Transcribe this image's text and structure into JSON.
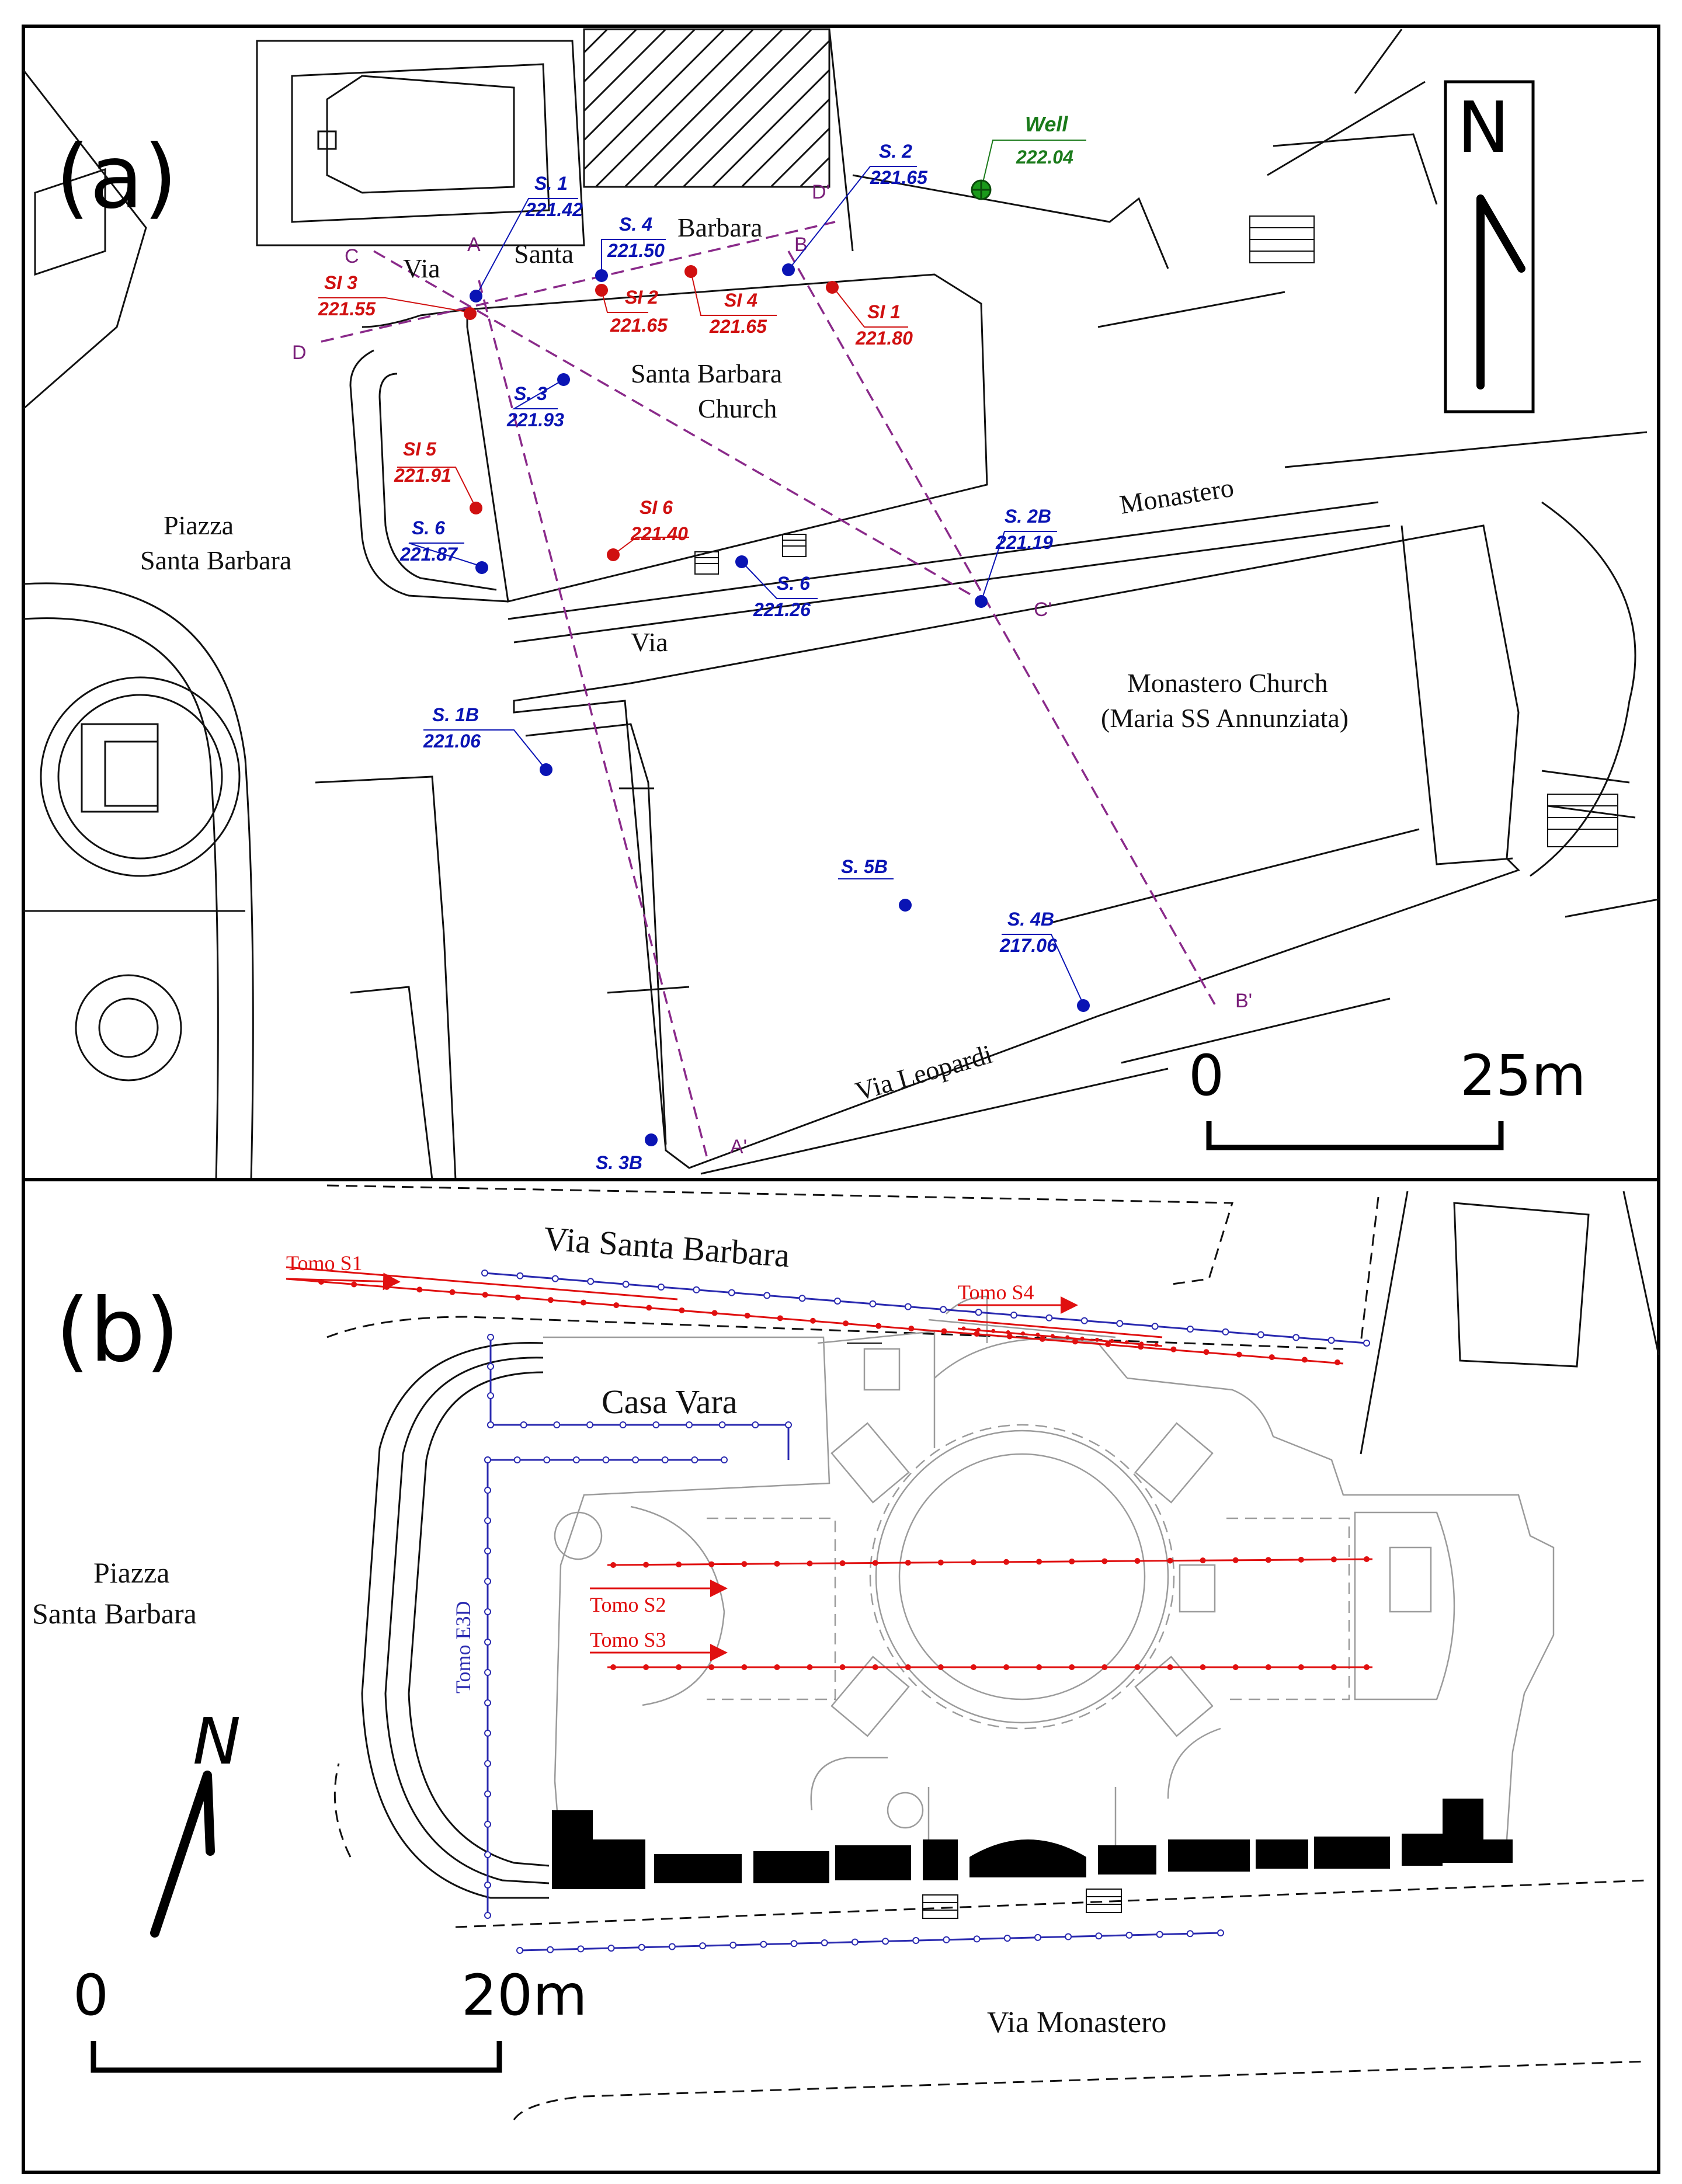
{
  "panel_a": {
    "label": "(a)",
    "streets": {
      "via1": "Via",
      "santa": "Santa",
      "barbara": "Barbara",
      "church_sb_1": "Santa Barbara",
      "church_sb_2": "Church",
      "piazza_1": "Piazza",
      "piazza_2": "Santa Barbara",
      "monastero": "Monastero",
      "via2": "Via",
      "church_m_1": "Monastero Church",
      "church_m_2": "(Maria SS Annunziata)",
      "leopardi": "Via Leopardi"
    },
    "boreholes": [
      {
        "id": "S. 1",
        "value": "221.42",
        "kind": "borehole",
        "color": "#0a14b4"
      },
      {
        "id": "S. 2",
        "value": "221.65",
        "kind": "borehole",
        "color": "#0a14b4"
      },
      {
        "id": "S. 3",
        "value": "221.93",
        "kind": "borehole",
        "color": "#0a14b4"
      },
      {
        "id": "S. 4",
        "value": "221.50",
        "kind": "borehole",
        "color": "#0a14b4"
      },
      {
        "id": "S. 6",
        "value": "221.87",
        "kind": "borehole",
        "color": "#0a14b4"
      },
      {
        "id": "S. 6",
        "value": "221.26",
        "kind": "borehole",
        "color": "#0a14b4"
      },
      {
        "id": "S. 2B",
        "value": "221.19",
        "kind": "borehole",
        "color": "#0a14b4"
      },
      {
        "id": "S. 1B",
        "value": "221.06",
        "kind": "borehole",
        "color": "#0a14b4"
      },
      {
        "id": "S. 5B",
        "value": "",
        "kind": "borehole",
        "color": "#0a14b4"
      },
      {
        "id": "S. 4B",
        "value": "217.06",
        "kind": "borehole",
        "color": "#0a14b4"
      },
      {
        "id": "S. 3B",
        "value": "",
        "kind": "borehole",
        "color": "#0a14b4"
      },
      {
        "id": "SI 1",
        "value": "221.80",
        "kind": "inclinometer",
        "color": "#d01010"
      },
      {
        "id": "SI 2",
        "value": "221.65",
        "kind": "inclinometer",
        "color": "#d01010"
      },
      {
        "id": "SI 3",
        "value": "221.55",
        "kind": "inclinometer",
        "color": "#d01010"
      },
      {
        "id": "SI 4",
        "value": "221.65",
        "kind": "inclinometer",
        "color": "#d01010"
      },
      {
        "id": "SI 5",
        "value": "221.91",
        "kind": "inclinometer",
        "color": "#d01010"
      },
      {
        "id": "SI 6",
        "value": "221.40",
        "kind": "inclinometer",
        "color": "#d01010"
      },
      {
        "id": "Well",
        "value": "222.04",
        "kind": "well",
        "color": "#1a7a1a"
      }
    ],
    "sections": [
      "A",
      "A'",
      "B",
      "B'",
      "C",
      "C'",
      "D",
      "D'"
    ],
    "section_color": "#8a2a8a",
    "north_label": "N",
    "scale": {
      "start": "0",
      "end": "25m"
    }
  },
  "panel_b": {
    "label": "(b)",
    "streets": {
      "via_sb": "Via Santa Barbara",
      "casa_vara": "Casa Vara",
      "piazza_1": "Piazza",
      "piazza_2": "Santa Barbara",
      "via_monastero": "Via Monastero"
    },
    "tomo_lines": [
      {
        "name": "Tomo S1",
        "color": "#e01010"
      },
      {
        "name": "Tomo S4",
        "color": "#e01010"
      },
      {
        "name": "Tomo S2",
        "color": "#e01010"
      },
      {
        "name": "Tomo S3",
        "color": "#e01010"
      },
      {
        "name": "Tomo E3D",
        "color": "#2a2ab0"
      }
    ],
    "north_label": "N",
    "scale": {
      "start": "0",
      "end": "20m"
    }
  }
}
